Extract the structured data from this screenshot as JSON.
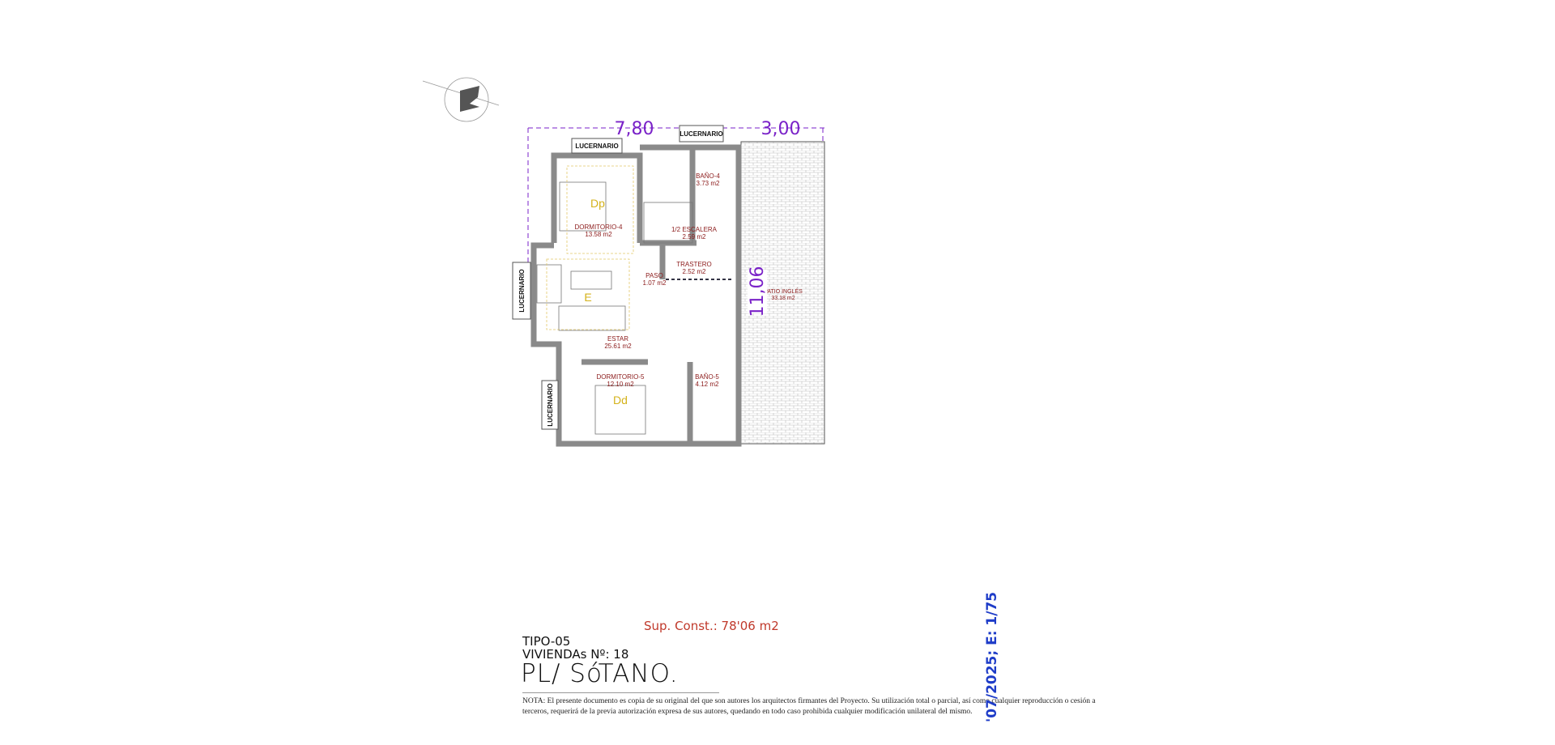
{
  "plan": {
    "dimensions": {
      "top_left": "7,80",
      "top_right": "3,00",
      "vertical": "11,06"
    },
    "skylight_label": "LUCERNARIO",
    "rooms": [
      {
        "name": "DORMITORIO-4",
        "area": "13.58 m2",
        "code": "Dp"
      },
      {
        "name": "BAÑO-4",
        "area": "3.73 m2"
      },
      {
        "name": "1/2 ESCALERA",
        "area": "2.59 m2"
      },
      {
        "name": "PASO",
        "area": "1.07 m2"
      },
      {
        "name": "TRASTERO",
        "area": "2.52 m2"
      },
      {
        "name": "ESTAR",
        "area": "25.61 m2",
        "code": "E"
      },
      {
        "name": "DORMITORIO-5",
        "area": "12.10 m2",
        "code": "Dd"
      },
      {
        "name": "BAÑO-5",
        "area": "4.12 m2"
      },
      {
        "name": "PATIO INGLÉS",
        "area": "33.18 m2"
      }
    ],
    "colors": {
      "dimension": "#7a22c8",
      "room_label": "#8b1a1a",
      "room_code": "#d4b21a",
      "wall": "#8a8a8a"
    }
  },
  "title_block": {
    "built_area": "Sup. Const.: 78'06 m2",
    "type": "TIPO-05",
    "dwellings": "VIVIENDAs Nº: 18",
    "plan_title": "PL/ SóTANO.",
    "note": "NOTA: El presente documento es copia de su original del que son autores los arquitectos firmantes del Proyecto. Su utilización total o parcial, así como cualquier reproducción o cesión a terceros, requerirá de la previa autorización expresa de sus autores, quedando en todo caso prohibida cualquier modificación unilateral del mismo.",
    "date_scale": "'07/2025; E: 1/75"
  }
}
